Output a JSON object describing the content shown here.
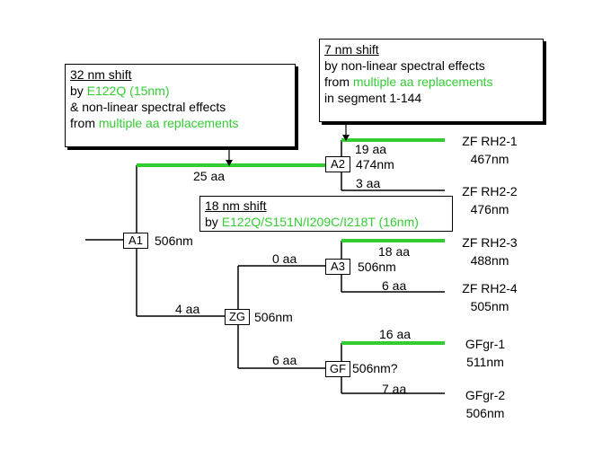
{
  "colors": {
    "highlight": "#33cc33",
    "line": "#000000"
  },
  "nodes": {
    "a1": {
      "label": "A1",
      "value": "506nm"
    },
    "a2": {
      "label": "A2",
      "value": "474nm"
    },
    "a3": {
      "label": "A3",
      "value": "506nm"
    },
    "zg": {
      "label": "ZG",
      "value": "506nm"
    },
    "gf": {
      "label": "GF",
      "value": "506nm?"
    }
  },
  "branches": {
    "a1_a2": "25 aa",
    "a1_zg": "4 aa",
    "zg_a3": "0 aa",
    "zg_gf": "6 aa",
    "a2_rh21": "19 aa",
    "a2_rh22": "3 aa",
    "a3_rh23": "18 aa",
    "a3_rh24": "6 aa",
    "gf_gfgr1": "16 aa",
    "gf_gfgr2": "7 aa"
  },
  "leaves": [
    {
      "name": "ZF RH2-1",
      "value": "467nm"
    },
    {
      "name": "ZF RH2-2",
      "value": "476nm"
    },
    {
      "name": "ZF RH2-3",
      "value": "488nm"
    },
    {
      "name": "ZF RH2-4",
      "value": "505nm"
    },
    {
      "name": "GFgr-1",
      "value": "511nm"
    },
    {
      "name": "GFgr-2",
      "value": "506nm"
    }
  ],
  "annotations": {
    "shift32": {
      "title": "32 nm shift",
      "by": "by ",
      "by_green": "E122Q (15nm)",
      "line3": "& non-linear spectral effects",
      "from": "from ",
      "from_green": "multiple aa replacements"
    },
    "shift7": {
      "title": "7 nm shift",
      "line2": "by non-linear spectral effects",
      "from": "from ",
      "from_green": "multiple aa replacements",
      "line4": "in segment 1-144"
    },
    "shift18": {
      "title": "18 nm shift",
      "by": "by ",
      "by_green": "E122Q/S151N/I209C/I218T (16nm)"
    }
  }
}
